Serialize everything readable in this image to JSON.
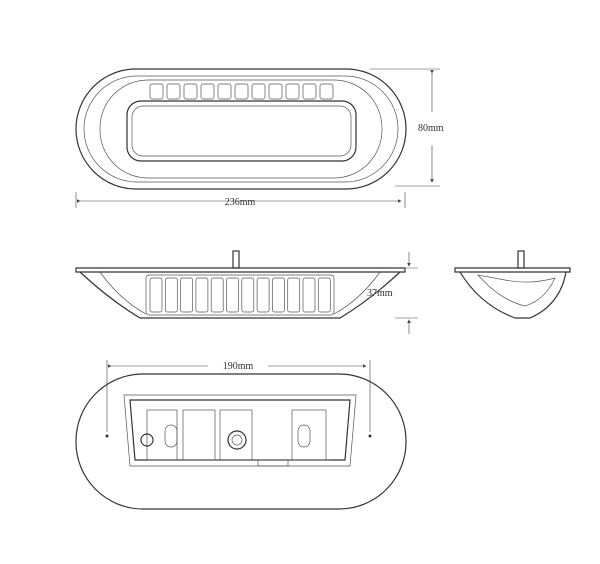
{
  "dimensions": {
    "height_top": "80mm",
    "length": "236mm",
    "depth": "37mm",
    "mount_spacing": "190mm"
  },
  "views": [
    "top-view",
    "side-view",
    "end-view",
    "bottom-view"
  ]
}
